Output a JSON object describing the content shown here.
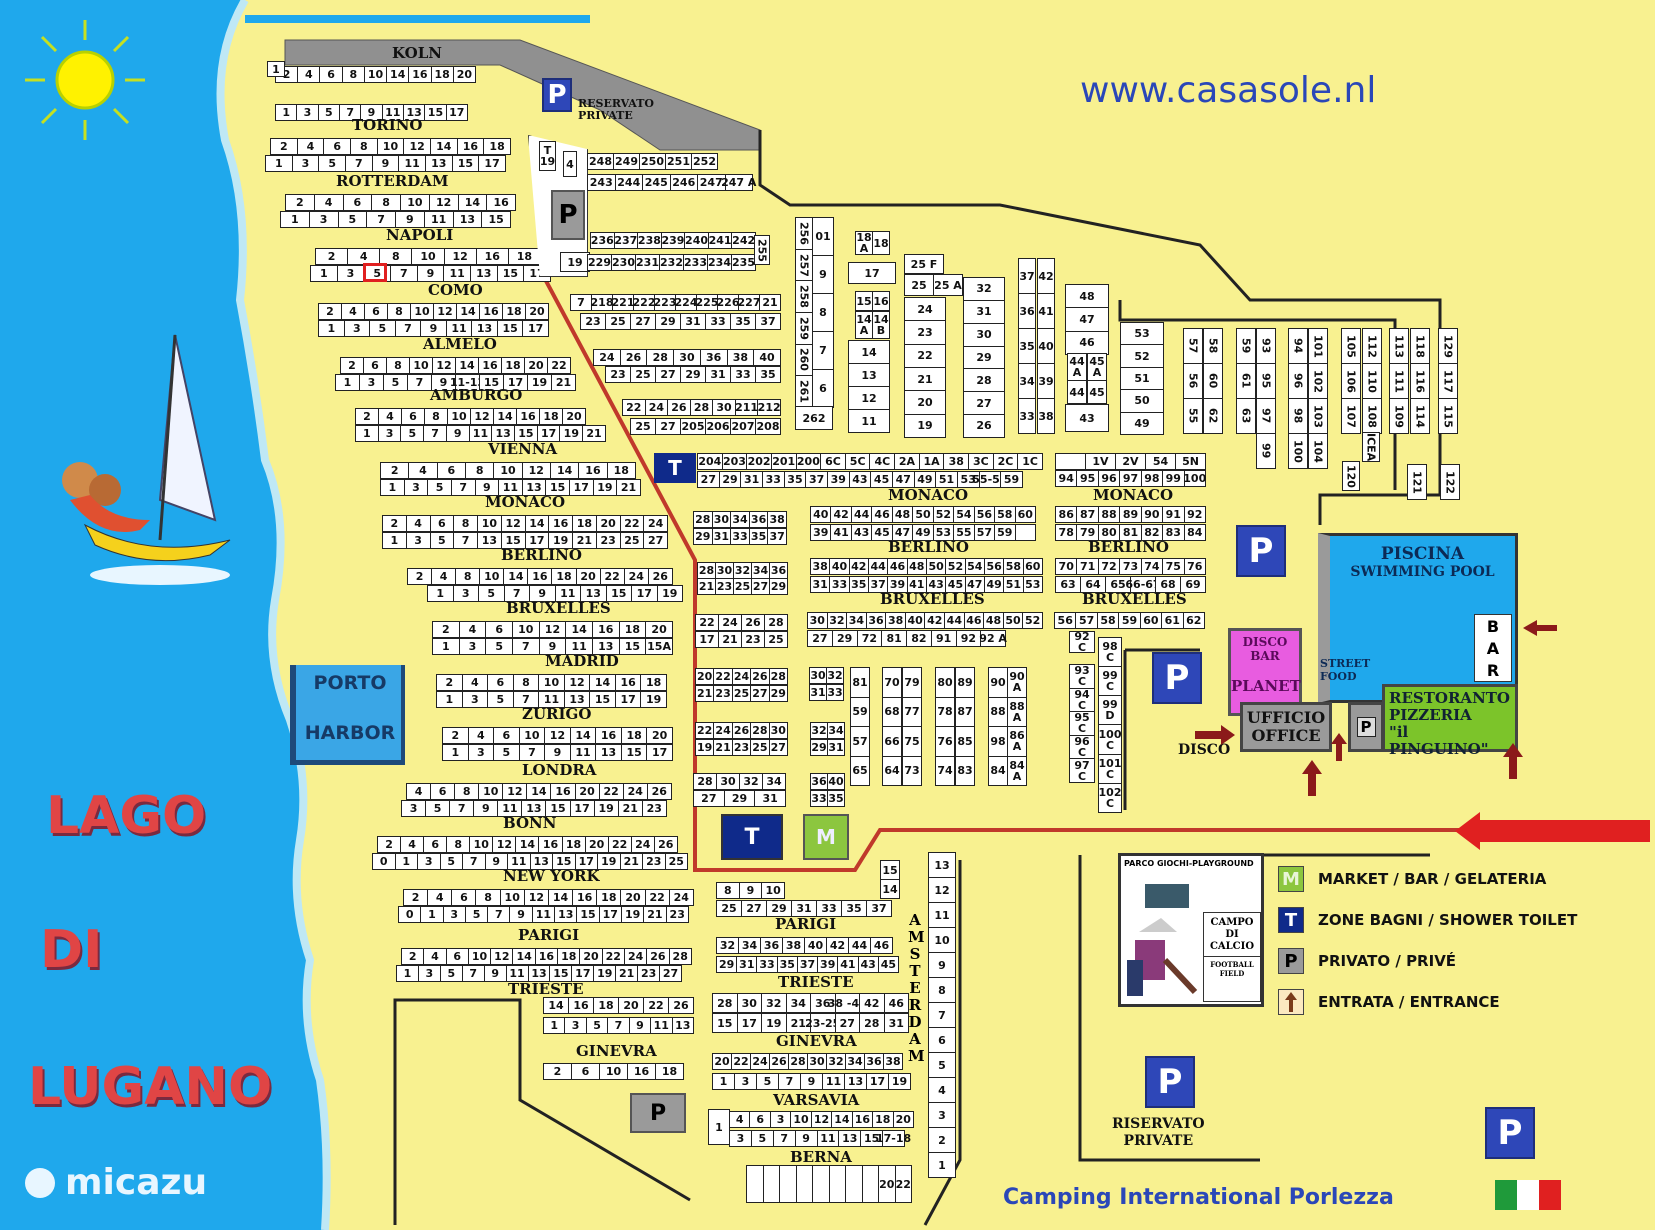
{
  "header": {
    "website": "www.casasole.nl",
    "footer_title": "Camping International Porlezza",
    "watermark": "micazu"
  },
  "lake": {
    "name_lines": [
      "LAGO",
      "DI",
      "LUGANO"
    ],
    "harbor_lines": [
      "PORTO",
      "HARBOR"
    ]
  },
  "colors": {
    "lake": "#1fa8ec",
    "land": "#f8f190",
    "route": "#c0392b",
    "pool": "#1fa8ec",
    "disco": "#e85ce0",
    "restaurant": "#7cc42a",
    "office": "#9a9a9a",
    "parking_blue": "#2e47b8",
    "toilet_navy": "#0f2a8a",
    "market_green": "#8cc63f",
    "entrance_arrow": "#8b1a1a",
    "big_arrow": "#e02020"
  },
  "streets": {
    "koln": {
      "label": "KOLN",
      "single": "1",
      "top": [
        "2",
        "4",
        "6",
        "8",
        "10",
        "14",
        "16",
        "18",
        "20"
      ],
      "bottom": [
        "1",
        "3",
        "5",
        "7",
        "9",
        "11",
        "13",
        "15",
        "17"
      ]
    },
    "torino": {
      "label": "TORINO",
      "top": [
        "2",
        "4",
        "6",
        "8",
        "10",
        "12",
        "14",
        "16",
        "18"
      ],
      "bottom": [
        "1",
        "3",
        "5",
        "7",
        "9",
        "11",
        "13",
        "15",
        "17"
      ]
    },
    "rotterdam": {
      "label": "ROTTERDAM",
      "top": [
        "2",
        "4",
        "6",
        "8",
        "10",
        "12",
        "14",
        "16"
      ],
      "bottom": [
        "1",
        "3",
        "5",
        "7",
        "9",
        "11",
        "13",
        "15"
      ]
    },
    "napoli": {
      "label": "NAPOLI",
      "top": [
        "2",
        "4",
        "8",
        "10",
        "12",
        "16",
        "18"
      ],
      "bottom": [
        "1",
        "3",
        "5",
        "7",
        "9",
        "11",
        "13",
        "15",
        "17"
      ],
      "highlighted": "5"
    },
    "como": {
      "label": "COMO",
      "top": [
        "2",
        "4",
        "6",
        "8",
        "10",
        "12",
        "14",
        "16",
        "18",
        "20"
      ],
      "bottom": [
        "1",
        "3",
        "5",
        "7",
        "9",
        "11",
        "13",
        "15",
        "17"
      ]
    },
    "almelo": {
      "label": "ALMELO",
      "top": [
        "2",
        "6",
        "8",
        "10",
        "12",
        "14",
        "16",
        "18",
        "20",
        "22"
      ],
      "bottom": [
        "1",
        "3",
        "5",
        "7",
        "9",
        "11-13",
        "15",
        "17",
        "19",
        "21"
      ]
    },
    "amburgo": {
      "label": "AMBURGO",
      "top": [
        "2",
        "4",
        "6",
        "8",
        "10",
        "12",
        "14",
        "16",
        "18",
        "20"
      ],
      "bottom": [
        "1",
        "3",
        "5",
        "7",
        "9",
        "11",
        "13",
        "15",
        "17",
        "19",
        "21"
      ]
    },
    "vienna": {
      "label": "VIENNA",
      "top": [
        "2",
        "4",
        "6",
        "8",
        "10",
        "12",
        "14",
        "16",
        "18"
      ],
      "bottom": [
        "1",
        "3",
        "5",
        "7",
        "9",
        "11",
        "13",
        "15",
        "17",
        "19",
        "21"
      ]
    },
    "monaco": {
      "label": "MONACO",
      "top": [
        "2",
        "4",
        "6",
        "8",
        "10",
        "12",
        "14",
        "16",
        "18",
        "20",
        "22",
        "24"
      ],
      "bottom": [
        "1",
        "3",
        "5",
        "7",
        "13",
        "15",
        "17",
        "19",
        "21",
        "23",
        "25",
        "27"
      ]
    },
    "berlino": {
      "label": "BERLINO",
      "top": [
        "2",
        "4",
        "8",
        "10",
        "14",
        "16",
        "18",
        "20",
        "22",
        "24",
        "26"
      ],
      "bottom": [
        "1",
        "3",
        "5",
        "7",
        "9",
        "11",
        "13",
        "15",
        "17",
        "19"
      ]
    },
    "bruxelles": {
      "label": "BRUXELLES",
      "top": [
        "2",
        "4",
        "6",
        "10",
        "12",
        "14",
        "16",
        "18",
        "20"
      ],
      "bottom": [
        "1",
        "3",
        "5",
        "7",
        "9",
        "11",
        "13",
        "15",
        "15A"
      ]
    },
    "madrid": {
      "label": "MADRID",
      "top": [
        "2",
        "4",
        "6",
        "8",
        "10",
        "12",
        "14",
        "16",
        "18"
      ],
      "bottom": [
        "1",
        "3",
        "5",
        "7",
        "11",
        "13",
        "15",
        "17",
        "19"
      ]
    },
    "zurigo": {
      "label": "ZURIGO",
      "top": [
        "2",
        "4",
        "6",
        "10",
        "12",
        "14",
        "16",
        "18",
        "20"
      ],
      "bottom": [
        "1",
        "3",
        "5",
        "7",
        "9",
        "11",
        "13",
        "15",
        "17"
      ]
    },
    "londra": {
      "label": "LONDRA",
      "top": [
        "4",
        "6",
        "8",
        "10",
        "12",
        "14",
        "16",
        "20",
        "22",
        "24",
        "26"
      ],
      "bottom": [
        "3",
        "5",
        "7",
        "9",
        "11",
        "13",
        "15",
        "17",
        "19",
        "21",
        "23"
      ]
    },
    "bonn": {
      "label": "BONN",
      "top": [
        "2",
        "4",
        "6",
        "8",
        "10",
        "12",
        "14",
        "16",
        "18",
        "20",
        "22",
        "24",
        "26"
      ],
      "bottom": [
        "0",
        "1",
        "3",
        "5",
        "7",
        "9",
        "11",
        "13",
        "15",
        "17",
        "19",
        "21",
        "23",
        "25"
      ]
    },
    "new_york": {
      "label": "NEW YORK",
      "top": [
        "2",
        "4",
        "6",
        "8",
        "10",
        "12",
        "14",
        "16",
        "18",
        "20",
        "22",
        "24"
      ],
      "bottom": [
        "0",
        "1",
        "3",
        "5",
        "7",
        "9",
        "11",
        "13",
        "15",
        "17",
        "19",
        "21",
        "23"
      ]
    },
    "parigi": {
      "label": "PARIGI",
      "top": [
        "2",
        "4",
        "6",
        "10",
        "12",
        "14",
        "16",
        "18",
        "20",
        "22",
        "24",
        "26",
        "28"
      ],
      "bottom": [
        "1",
        "3",
        "5",
        "7",
        "9",
        "11",
        "13",
        "15",
        "17",
        "19",
        "21",
        "23",
        "27"
      ]
    },
    "trieste": {
      "label": "TRIESTE",
      "top": [
        "14",
        "16",
        "18",
        "20",
        "22",
        "26"
      ],
      "bottom": [
        "1",
        "3",
        "5",
        "7",
        "9",
        "11",
        "13"
      ]
    },
    "ginevra": {
      "label": "GINEVRA",
      "top": [
        "2",
        "6",
        "10",
        "16",
        "18"
      ]
    }
  },
  "middle": {
    "t19": "T 19",
    "box4": "4",
    "box19": "19",
    "row_248": [
      "248",
      "249",
      "250",
      "251",
      "252"
    ],
    "row_243": [
      "243",
      "244",
      "245",
      "246",
      "247",
      "247 A"
    ],
    "row_236": [
      "236",
      "237",
      "238",
      "239",
      "240",
      "241",
      "242"
    ],
    "row_229": [
      "229",
      "230",
      "231",
      "232",
      "233",
      "234",
      "235"
    ],
    "box_255": "255",
    "row_218": [
      "7",
      "218",
      "221",
      "222",
      "223",
      "224",
      "225",
      "226",
      "227",
      "21"
    ],
    "row_23a": [
      "23",
      "25",
      "27",
      "29",
      "31",
      "33",
      "35",
      "37"
    ],
    "row_24": [
      "24",
      "26",
      "28",
      "30",
      "36",
      "38",
      "40"
    ],
    "row_23b": [
      "23",
      "25",
      "27",
      "29",
      "31",
      "33",
      "35"
    ],
    "row_22": [
      "22",
      "24",
      "26",
      "28",
      "30",
      "211",
      "212"
    ],
    "row_25": [
      "25",
      "27",
      "205",
      "206",
      "207",
      "208"
    ],
    "col_256": [
      "256",
      "257",
      "258",
      "259",
      "260",
      "261"
    ],
    "col_10": [
      "01",
      "9",
      "8",
      "7",
      "6"
    ],
    "box_262": "262",
    "row_204": [
      "204",
      "203",
      "202",
      "201",
      "200",
      "6C",
      "5C",
      "4C",
      "2A",
      "1A",
      "38",
      "3C",
      "2C",
      "1C"
    ],
    "row_27": [
      "27",
      "29",
      "31",
      "33",
      "35",
      "37",
      "39",
      "43",
      "45",
      "47",
      "49",
      "51",
      "53",
      "55-57",
      "59"
    ],
    "monaco_mid": {
      "label": "MONACO",
      "top": [
        "40",
        "42",
        "44",
        "46",
        "48",
        "50",
        "52",
        "54",
        "56",
        "58",
        "60"
      ],
      "bottom": [
        "39",
        "41",
        "43",
        "45",
        "47",
        "49",
        "53",
        "55",
        "57",
        "59",
        ""
      ]
    },
    "berlino_mid": {
      "label": "BERLINO",
      "top": [
        "38",
        "40",
        "42",
        "44",
        "46",
        "48",
        "50",
        "52",
        "54",
        "56",
        "58",
        "60"
      ],
      "bottom": [
        "31",
        "33",
        "35",
        "37",
        "39",
        "41",
        "43",
        "45",
        "47",
        "49",
        "51",
        "53"
      ]
    },
    "bruxelles_mid": {
      "label": "BRUXELLES",
      "top": [
        "30",
        "32",
        "34",
        "36",
        "38",
        "40",
        "42",
        "44",
        "46",
        "48",
        "50",
        "52"
      ],
      "bottom": [
        "27",
        "29",
        "72",
        "81",
        "82",
        "91",
        "92",
        "92 A"
      ]
    },
    "small_28": {
      "top": [
        "28",
        "30",
        "34",
        "36",
        "38"
      ],
      "bottom": [
        "29",
        "31",
        "33",
        "35",
        "37"
      ]
    },
    "small_28b": {
      "top": [
        "28",
        "30",
        "32",
        "34",
        "36"
      ],
      "bottom": [
        "21",
        "23",
        "25",
        "27",
        "29"
      ]
    },
    "small_22": {
      "top": [
        "22",
        "24",
        "26",
        "28"
      ],
      "bottom": [
        "17",
        "21",
        "23",
        "25"
      ]
    },
    "small_20": {
      "top": [
        "20",
        "22",
        "24",
        "26",
        "28"
      ],
      "bottom": [
        "21",
        "23",
        "25",
        "27",
        "29"
      ]
    },
    "small_22b": {
      "top": [
        "22",
        "24",
        "26",
        "28",
        "30"
      ],
      "bottom": [
        "19",
        "21",
        "23",
        "25",
        "27"
      ]
    },
    "small_28c": {
      "top": [
        "28",
        "30",
        "32",
        "34"
      ],
      "bottom": [
        "27",
        "29",
        "31"
      ]
    },
    "pair_30": {
      "top": [
        "30",
        "32"
      ],
      "bottom": [
        "31",
        "33"
      ]
    },
    "pair_32": {
      "top": [
        "32",
        "34"
      ],
      "bottom": [
        "29",
        "31"
      ]
    },
    "pair_36": {
      "top": [
        "36",
        "40"
      ],
      "bottom": [
        "33",
        "35"
      ]
    },
    "cols_81": [
      [
        "81",
        "59",
        "57",
        "65"
      ],
      [
        "70",
        "68",
        "66",
        "64"
      ],
      [
        "79",
        "77",
        "75",
        "73"
      ],
      [
        "80",
        "78",
        "76",
        "74"
      ],
      [
        "89",
        "87",
        "85",
        "83"
      ],
      [
        "90",
        "88",
        "98",
        "84"
      ],
      [
        "90 A",
        "88 A",
        "86 A",
        "84 A"
      ]
    ],
    "parigi_mid": {
      "label": "PARIGI",
      "top": [
        "8",
        "9",
        "10"
      ],
      "bottom": [
        "25",
        "27",
        "29",
        "31",
        "33",
        "35",
        "37"
      ],
      "small": [
        "15",
        "14"
      ]
    },
    "trieste_mid": {
      "label": "TRIESTE",
      "top": [
        "32",
        "34",
        "36",
        "38",
        "40",
        "42",
        "44",
        "46"
      ],
      "bottom": [
        "29",
        "31",
        "33",
        "35",
        "37",
        "39",
        "41",
        "43",
        "45"
      ]
    },
    "trieste_lower": {
      "top": [
        "28",
        "30",
        "32",
        "34",
        "36",
        "38 -40",
        "42",
        "46"
      ],
      "bottom": [
        "15",
        "17",
        "19",
        "21",
        "23-25",
        "27",
        "28",
        "31"
      ]
    },
    "ginevra_mid": {
      "label": "GINEVRA",
      "top": [
        "20",
        "22",
        "24",
        "26",
        "28",
        "30",
        "32",
        "34",
        "36",
        "38"
      ],
      "bottom": [
        "1",
        "3",
        "5",
        "7",
        "9",
        "11",
        "13",
        "17",
        "19"
      ]
    },
    "varsavia": {
      "label": "VARSAVIA",
      "single": "1",
      "top": [
        "4",
        "6",
        "3",
        "10",
        "12",
        "14",
        "16",
        "18",
        "20"
      ],
      "bottom": [
        "3",
        "5",
        "7",
        "9",
        "11",
        "13",
        "15",
        "17-18"
      ]
    },
    "berna": {
      "label": "BERNA",
      "cells": [
        "",
        "",
        "",
        "",
        "",
        "",
        "",
        "",
        "20",
        "22"
      ]
    },
    "amsterdam": {
      "label": "AMSTERDAM",
      "cells": [
        "13",
        "12",
        "11",
        "10",
        "9",
        "8",
        "7",
        "6",
        "5",
        "4",
        "3",
        "2",
        "1"
      ]
    }
  },
  "east": {
    "col_18": {
      "top": [
        "18 A",
        "18"
      ],
      "mid": "17",
      "pair": [
        "15",
        "16"
      ],
      "pair2": [
        "14 A",
        "14 B"
      ],
      "stack": [
        "14",
        "13",
        "12",
        "11"
      ]
    },
    "col_25": {
      "top": "25 F",
      "pair": [
        "25",
        "25 A"
      ],
      "stack": [
        "24",
        "23",
        "22",
        "21",
        "20",
        "19"
      ]
    },
    "col_32": [
      "32",
      "31",
      "30",
      "29",
      "28",
      "27",
      "26"
    ],
    "col_37": [
      "37",
      "36",
      "35",
      "34",
      "33"
    ],
    "col_42": [
      "42",
      "41",
      "40",
      "39",
      "38"
    ],
    "col_48": [
      "48",
      "47",
      "46"
    ],
    "pair_44": [
      "44 A",
      "45 A",
      "44",
      "45"
    ],
    "box_43": "43",
    "col_53": [
      "53",
      "52",
      "51",
      "50",
      "49"
    ],
    "vcols": [
      [
        "57",
        "56",
        "55"
      ],
      [
        "58",
        "60",
        "62"
      ],
      [
        "59",
        "61",
        "63"
      ],
      [
        "93",
        "95",
        "97",
        "99"
      ],
      [
        "94",
        "96",
        "98",
        "100"
      ],
      [
        "101",
        "102",
        "103",
        "104"
      ],
      [
        "105",
        "106",
        "107"
      ],
      [
        "112",
        "110",
        "108"
      ],
      [
        "113",
        "111",
        "109"
      ],
      [
        "118",
        "116",
        "114"
      ],
      [
        "129",
        "117",
        "115"
      ]
    ],
    "box_120": "120",
    "box_icea": "ICEA",
    "box_121": "121",
    "box_122": "122",
    "row_1v": [
      "",
      "1V",
      "2V",
      "54",
      "5N"
    ],
    "row_94": [
      "94",
      "95",
      "96",
      "97",
      "98",
      "99",
      "100"
    ],
    "monaco_east": {
      "label": "MONACO",
      "top": [
        "86",
        "87",
        "88",
        "89",
        "90",
        "91",
        "92"
      ],
      "bottom": [
        "78",
        "79",
        "80",
        "81",
        "82",
        "83",
        "84"
      ]
    },
    "berlino_east": {
      "label": "BERLINO",
      "top": [
        "70",
        "71",
        "72",
        "73",
        "74",
        "75",
        "76"
      ],
      "bottom": [
        "63",
        "64",
        "65",
        "66-67",
        "68",
        "69"
      ]
    },
    "bruxelles_east": {
      "label": "BRUXELLES",
      "top": [
        "56",
        "57",
        "58",
        "59",
        "60",
        "61",
        "62"
      ]
    },
    "col_92c": [
      "92 C",
      "93 C",
      "94 C",
      "95 C",
      "96 C",
      "97 C"
    ],
    "col_98c": [
      "98 C",
      "99 C",
      "99 D",
      "100 C",
      "101 C",
      "102 C"
    ]
  },
  "facilities": {
    "reservato_top": [
      "RESERVATO",
      "PRIVATE"
    ],
    "reservato_bottom": [
      "RISERVATO",
      "PRIVATE"
    ],
    "pool": [
      "PISCINA",
      "SWIMMING POOL"
    ],
    "bar": [
      "B",
      "A",
      "R"
    ],
    "street_food": [
      "STREET",
      "FOOD"
    ],
    "disco_bar": [
      "DISCO",
      "BAR",
      "PLANET"
    ],
    "office": [
      "UFFICIO",
      "OFFICE"
    ],
    "restaurant": [
      "RESTORANTO",
      "PIZZERIA",
      "\"il PINGUINO\""
    ],
    "disco_arrow_label": "DISCO",
    "toilet_letter": "T",
    "market_letter": "M",
    "parking_letter": "P",
    "playground_title": "PARCO GIOCHI-PLAYGROUND",
    "football": [
      "CAMPO",
      "DI",
      "CALCIO"
    ],
    "football_en": [
      "FOOTBALL",
      "FIELD"
    ]
  },
  "legend": [
    {
      "icon": "M",
      "label": "MARKET / BAR / GELATERIA"
    },
    {
      "icon": "T",
      "label": "ZONE BAGNI / SHOWER TOILET"
    },
    {
      "icon": "P",
      "label": "PRIVATO / PRIVÉ"
    },
    {
      "icon": "arrow",
      "label": "ENTRATA / ENTRANCE"
    }
  ]
}
